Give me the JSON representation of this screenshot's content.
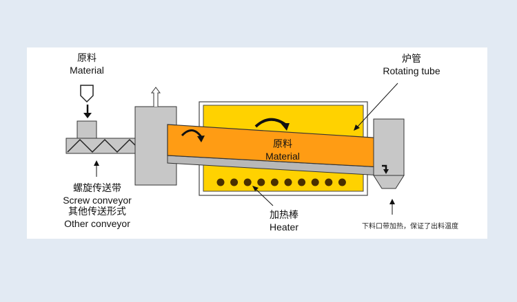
{
  "labels": {
    "material_in_zh": "原料",
    "material_in_en": "Material",
    "tube_zh": "炉管",
    "tube_en": "Rotating tube",
    "material_inside_zh": "原料",
    "material_inside_en": "Material",
    "heater_zh": "加热棒",
    "heater_en": "Heater",
    "screw_zh": "螺旋传送带",
    "screw_en": "Screw conveyor",
    "other_zh": "其他传送形式",
    "other_en": "Other conveyor",
    "outlet_note": "下料口带加热，保证了出料温度"
  },
  "colors": {
    "furnace_fill": "#ffd200",
    "tube_fill": "#ff9c14",
    "tube_underside": "#b8b8b8",
    "machine_gray": "#c7c7c7",
    "heater_dot": "#4a3000"
  }
}
